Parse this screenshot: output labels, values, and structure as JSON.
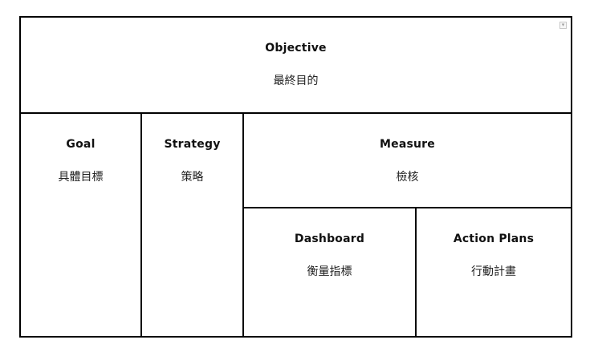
{
  "objective": {
    "title": "Objective",
    "subtitle": "最終目的"
  },
  "goal": {
    "title": "Goal",
    "subtitle": "具體目標"
  },
  "strategy": {
    "title": "Strategy",
    "subtitle": "策略"
  },
  "measure": {
    "title": "Measure",
    "subtitle": "檢核"
  },
  "dashboard": {
    "title": "Dashboard",
    "subtitle": "衡量指標"
  },
  "action_plans": {
    "title": "Action Plans",
    "subtitle": "行動計畫"
  },
  "colors": {
    "line": "#000000",
    "background": "#ffffff"
  },
  "icons": {
    "corner": "chevron-down-icon"
  }
}
